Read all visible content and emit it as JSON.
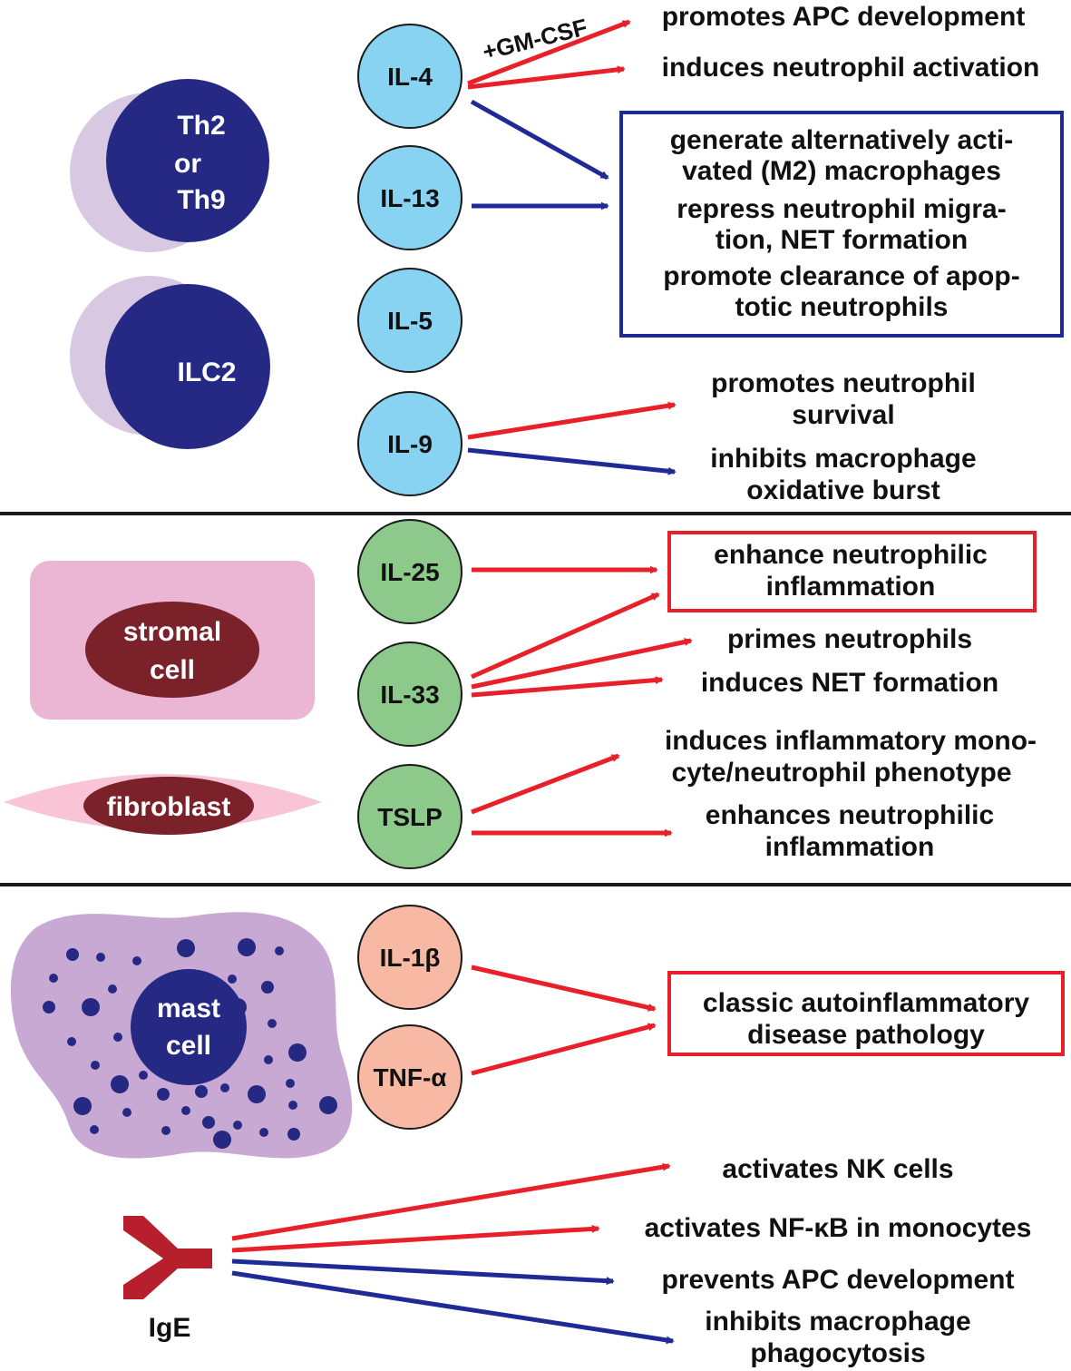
{
  "colors": {
    "activate_red": "#e8202a",
    "inhibit_blue": "#1f2a96",
    "th_cell_dark": "#262983",
    "th_cell_halo": "#d9c8e2",
    "cytokine_blue": "#87d3f1",
    "cytokine_green": "#8cc98a",
    "cytokine_salmon": "#f8b9a4",
    "stromal_bg": "#ebb6d3",
    "nucleus_maroon": "#7a2129",
    "fibroblast_bg": "#f8c4d6",
    "mast_cell_bg": "#c7a9d3",
    "ige_red": "#b81f2d"
  },
  "cells": {
    "th_cell": [
      "Th2",
      "or",
      "Th9"
    ],
    "ilc2": "ILC2",
    "stromal": [
      "stromal",
      "cell"
    ],
    "fibroblast": "fibroblast",
    "mast": [
      "mast",
      "cell"
    ],
    "ige": "IgE"
  },
  "cytokines": {
    "il4": "IL-4",
    "il13": "IL-13",
    "il5": "IL-5",
    "il9": "IL-9",
    "il25": "IL-25",
    "il33": "IL-33",
    "tslp": "TSLP",
    "il1b": "IL-1β",
    "tnfa": "TNF-α"
  },
  "modifiers": {
    "gmcsf": "+GM-CSF"
  },
  "effects": {
    "promotes_apc": "promotes APC development",
    "induces_neut_activation": "induces neutrophil activation",
    "box_top": [
      "generate alternatively acti-",
      "vated (M2) macrophages",
      "repress neutrophil migra-",
      "tion, NET formation",
      "promote clearance of apop-",
      "totic neutrophils"
    ],
    "promotes_survival": [
      "promotes neutrophil",
      "survival"
    ],
    "inhibits_burst": [
      "inhibits macrophage",
      "oxidative burst"
    ],
    "enhance_neut_box": [
      "enhance neutrophilic",
      "inflammation"
    ],
    "primes": "primes neutrophils",
    "induces_net": "induces NET formation",
    "induces_monocyte": [
      "induces inflammatory mono-",
      "cyte/neutrophil phenotype"
    ],
    "enhances_neut": [
      "enhances neutrophilic",
      "inflammation"
    ],
    "classic_box": [
      "classic autoinflammatory",
      "disease pathology"
    ],
    "activates_nk": "activates NK cells",
    "activates_nfkb": "activates NF-κB in monocytes",
    "prevents_apc": "prevents APC development",
    "inhibits_phago": [
      "inhibits macrophage",
      "phagocytosis"
    ]
  }
}
